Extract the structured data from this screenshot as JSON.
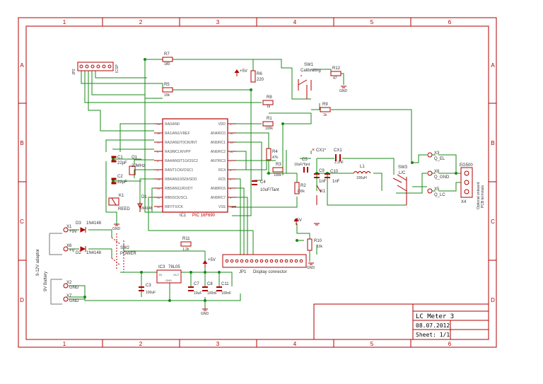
{
  "frame": {
    "col_labels": [
      "1",
      "2",
      "3",
      "4",
      "5",
      "6"
    ],
    "row_labels": [
      "A",
      "B",
      "C",
      "D"
    ]
  },
  "title_block": {
    "title": "LC Meter 3",
    "date": "08.07.2012",
    "sheet": "Sheet: 1/1"
  },
  "ic1": {
    "ref": "IC1",
    "part": "PIC 16F690",
    "left_pins": [
      "RA0/AN0",
      "RA1/AN1/VREF",
      "RA2/AN2/T0CKI/INT",
      "RA3/MCLR/VPP",
      "RA4/AN3/T1G/OSC2",
      "RA5/T1CKI/OSC1",
      "RB4/AN10/SDI/SDO",
      "RB5/AN11/RX/DT",
      "RB6/SCK/SCL",
      "RB7/TX/CK"
    ],
    "right_pins": [
      "VDD",
      "AN4/RC0",
      "AN5/RC1",
      "AN6/RC2",
      "AN7/RC3",
      "RC4",
      "RC5",
      "AN8/RC6",
      "AN9/RC7",
      "VSS"
    ],
    "left_nums": [
      "19",
      "18",
      "17",
      "4",
      "3",
      "2",
      "13",
      "12",
      "11",
      "10"
    ],
    "right_nums": [
      "1",
      "16",
      "15",
      "14",
      "7",
      "6",
      "5",
      "8",
      "9",
      "20"
    ]
  },
  "components": {
    "r7": {
      "ref": "R7",
      "value": "180"
    },
    "r5": {
      "ref": "R5",
      "value": "10k"
    },
    "r6": {
      "ref": "R6",
      "value": "220"
    },
    "r8": {
      "ref": "R8",
      "value": "1k"
    },
    "r1": {
      "ref": "R1",
      "value": "100k"
    },
    "r4": {
      "ref": "R4",
      "value": "47k"
    },
    "r3": {
      "ref": "R3",
      "value": "100k"
    },
    "r2": {
      "ref": "R2",
      "value": "100k"
    },
    "r9": {
      "ref": "R9",
      "value": "1k"
    },
    "r12": {
      "ref": "R12",
      "value": "47"
    },
    "r11": {
      "ref": "R11",
      "value": "1.2k"
    },
    "r10": {
      "ref": "R10",
      "value": "10k"
    },
    "sw1": {
      "ref": "SW1",
      "value": "Calibrating"
    },
    "sw2": {
      "ref": "SW2",
      "value": "POWER"
    },
    "sw3": {
      "ref": "SW3",
      "value": "L/C"
    },
    "c1": {
      "ref": "C1",
      "value": "22pF"
    },
    "c2": {
      "ref": "C2",
      "value": "22pF"
    },
    "q1": {
      "ref": "Q1",
      "value": "20MHz"
    },
    "k1": {
      "ref": "K1",
      "value": "REED"
    },
    "d1": {
      "ref": "D1",
      "value": "1N4148"
    },
    "d3": {
      "ref": "D3",
      "value": "1N4148"
    },
    "d2": {
      "ref": "D2",
      "value": "1N4148"
    },
    "c4": {
      "ref": "C4",
      "value": "10uF/Tant"
    },
    "c5": {
      "ref": "C5",
      "value": "10uF/Tant"
    },
    "c9": {
      "ref": "C9",
      "value": "1nF"
    },
    "c10": {
      "ref": "C10",
      "value": "1nF"
    },
    "cx1_cap": {
      "ref": "CX1",
      "value": "2.2nF"
    },
    "cx1_mark": {
      "ref": "CX1*"
    },
    "l1": {
      "ref": "L1",
      "value": "100uH"
    },
    "ic3": {
      "ref": "IC3",
      "value": "78L05",
      "pin_in": "IN",
      "pin_out": "OUT",
      "pin_gnd": "GND"
    },
    "c3": {
      "ref": "C3",
      "value": "100uF"
    },
    "c7": {
      "ref": "C7",
      "value": "10uF"
    },
    "c8": {
      "ref": "C8",
      "value": "100nF"
    },
    "c11": {
      "ref": "C11",
      "value": "100nF"
    },
    "jp1": {
      "ref": "JP1",
      "value": "Display connector"
    },
    "jp2": {
      "ref": "JP2",
      "value": "ICSP"
    },
    "k1b": {
      "ref": "K1"
    },
    "x1": {
      "ref": "X1",
      "value": "+9V"
    },
    "x6": {
      "ref": "X6",
      "value": "+V"
    },
    "x2": {
      "ref": "X2",
      "value": "GND"
    },
    "x7": {
      "ref": "X7",
      "value": "GND"
    },
    "x3": {
      "ref": "X3",
      "value": "Q_EL"
    },
    "x8": {
      "ref": "X8",
      "value": "Q_GND"
    },
    "x5": {
      "ref": "X5",
      "value": "Q_LC"
    },
    "x4": {
      "ref": "X4"
    },
    "eg": {
      "ref": "EG500",
      "value": "Optional onboard",
      "value2": "PCB terminals"
    },
    "supply_note": {
      "line1": "9-12V adaptor",
      "line2": "9V Battery"
    }
  },
  "nets": {
    "vcc": "+5V",
    "gnd": "GND"
  }
}
